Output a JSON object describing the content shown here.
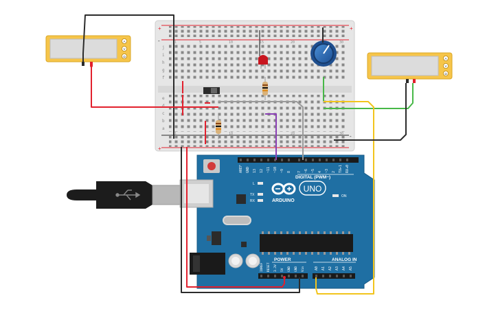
{
  "breadboard": {
    "rail_plus": "+",
    "rail_minus": "-",
    "row_letters_top": [
      "j",
      "i",
      "h",
      "g",
      "f"
    ],
    "row_letters_bottom": [
      "e",
      "d",
      "c",
      "b",
      "a"
    ],
    "column_numbers": [
      "1",
      "5",
      "10",
      "15",
      "20",
      "25",
      "30"
    ]
  },
  "multimeter_left": {
    "display": "",
    "modes": [
      "A",
      "V",
      "Ω"
    ]
  },
  "multimeter_right": {
    "display": "",
    "modes": [
      "A",
      "V",
      "Ω"
    ]
  },
  "arduino": {
    "brand": "ARDUINO",
    "model": "UNO",
    "digital_label": "DIGITAL (PWM~)",
    "digital_pins": [
      "AREF",
      "GND",
      "13",
      "12",
      "~11",
      "~10",
      "~9",
      "8",
      "7",
      "~6",
      "~5",
      "4",
      "~3",
      "2",
      "TX▸1",
      "RX◂0"
    ],
    "power_label": "POWER",
    "power_pins": [
      "IOREF",
      "RESET",
      "3.3V",
      "5V",
      "GND",
      "GND",
      "Vin"
    ],
    "analog_label": "ANALOG IN",
    "analog_pins": [
      "A0",
      "A1",
      "A2",
      "A3",
      "A4",
      "A5"
    ],
    "led_l": "L",
    "led_tx": "TX",
    "led_rx": "RX",
    "led_on": "ON"
  },
  "colors": {
    "wire_red": "#e2202d",
    "wire_black": "#2b2b2b",
    "wire_green": "#47b847",
    "wire_yellow": "#f2c41c",
    "wire_purple": "#8a3fb5",
    "wire_gray": "#9a9a9a",
    "board_blue": "#1f6fa3",
    "meter_yellow": "#f6c54a"
  }
}
